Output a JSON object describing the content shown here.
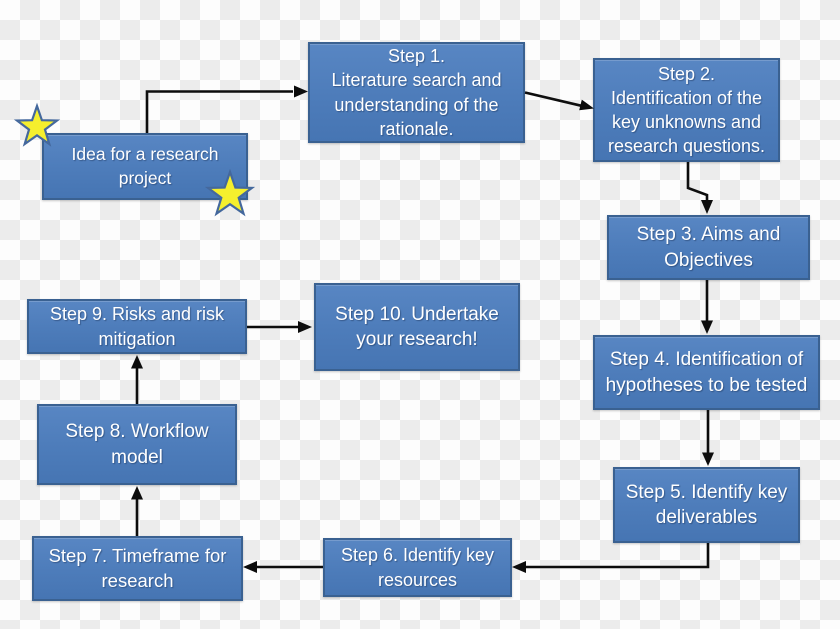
{
  "diagram": {
    "type": "flowchart",
    "description_visible": false
  },
  "colors": {
    "box_fill": "#4d7cba",
    "box_fill_light": "#5886c3",
    "box_border": "#3a6191",
    "box_text": "#ffffff",
    "arrow_color": "#0d0d0d",
    "star_fill": "#f5ef2d",
    "star_stroke": "#44689d",
    "checker_light": "#fdfdfd",
    "checker_dark": "#ececec"
  },
  "nodes": [
    {
      "id": "idea",
      "label": "Idea for a research project",
      "lines": [
        "Idea for a research",
        "project"
      ]
    },
    {
      "id": "step1",
      "label": "Step 1. Literature search and understanding of the rationale.",
      "lines": [
        "Step 1.",
        "Literature search and",
        "understanding of the",
        "rationale."
      ]
    },
    {
      "id": "step2",
      "label": "Step 2. Identification of the key unknowns and research questions.",
      "lines": [
        "Step 2.",
        "Identification of the",
        "key unknowns and",
        "research questions."
      ]
    },
    {
      "id": "step3",
      "label": "Step 3. Aims and Objectives",
      "lines": [
        "Step 3. Aims and",
        "Objectives"
      ]
    },
    {
      "id": "step4",
      "label": "Step 4. Identification of hypotheses to be tested",
      "lines": [
        "Step 4. Identification of",
        "hypotheses to be tested"
      ]
    },
    {
      "id": "step5",
      "label": "Step 5. Identify key deliverables",
      "lines": [
        "Step 5. Identify key",
        "deliverables"
      ]
    },
    {
      "id": "step6",
      "label": "Step 6. Identify key resources",
      "lines": [
        "Step 6. Identify key",
        "resources"
      ]
    },
    {
      "id": "step7",
      "label": "Step 7. Timeframe for research",
      "lines": [
        "Step 7. Timeframe for",
        "research"
      ]
    },
    {
      "id": "step8",
      "label": "Step 8. Workflow model",
      "lines": [
        "Step 8. Workflow",
        "model"
      ]
    },
    {
      "id": "step9",
      "label": "Step 9.  Risks and risk mitigation",
      "lines": [
        "Step 9.  Risks and risk",
        "mitigation"
      ]
    },
    {
      "id": "step10",
      "label": "Step 10. Undertake your research!",
      "lines": [
        "Step 10. Undertake",
        "your research!"
      ]
    }
  ],
  "connections": [
    {
      "from": "idea",
      "to": "step1"
    },
    {
      "from": "step1",
      "to": "step2"
    },
    {
      "from": "step2",
      "to": "step3"
    },
    {
      "from": "step3",
      "to": "step4"
    },
    {
      "from": "step4",
      "to": "step5"
    },
    {
      "from": "step5",
      "to": "step6"
    },
    {
      "from": "step6",
      "to": "step7"
    },
    {
      "from": "step7",
      "to": "step8"
    },
    {
      "from": "step8",
      "to": "step9"
    },
    {
      "from": "step9",
      "to": "step10"
    }
  ],
  "icons": [
    {
      "name": "star-icon",
      "glyph": "★",
      "color": "#f5ef2d",
      "position": "idea-box-top-left"
    },
    {
      "name": "star-icon",
      "glyph": "★",
      "color": "#f5ef2d",
      "position": "idea-box-bottom-right"
    }
  ]
}
